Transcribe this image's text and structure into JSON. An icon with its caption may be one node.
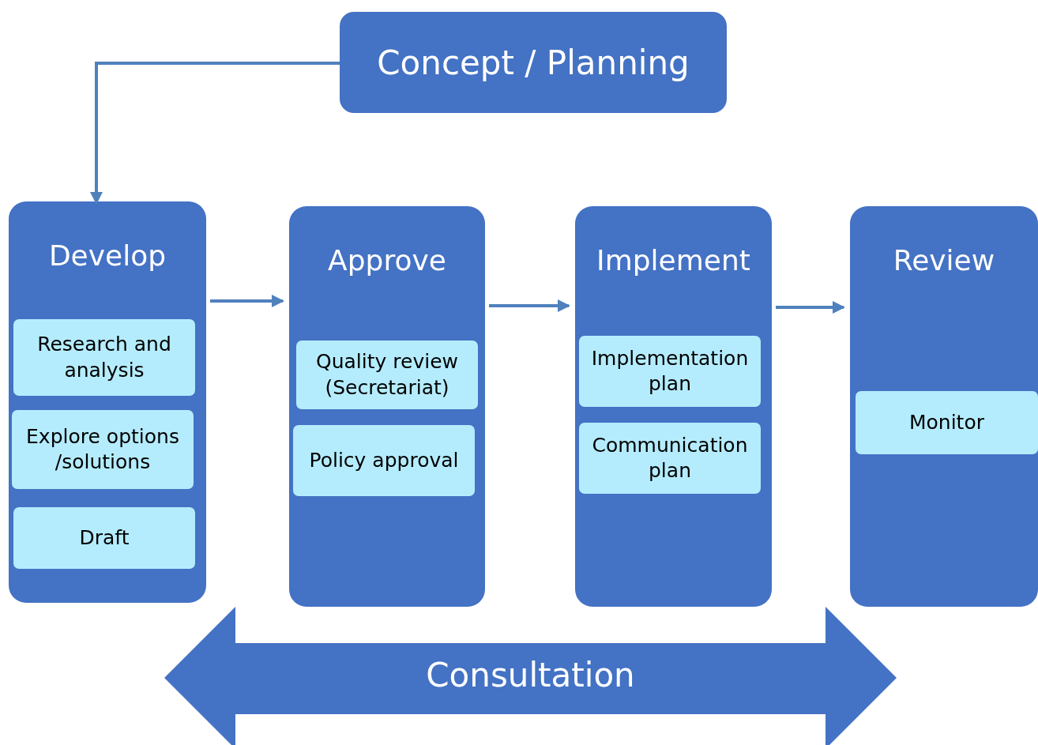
{
  "diagram": {
    "nodes": [
      {
        "text": [
          "Concept / Planning"
        ]
      },
      {
        "text": [
          "Develop"
        ]
      },
      {
        "text": [
          "Research and analysis"
        ],
        "in": 1
      },
      {
        "text": [
          "Explore options /solutions"
        ],
        "in": 1
      },
      {
        "text": [
          "Draft"
        ],
        "in": 1
      },
      {
        "text": [
          "Approve"
        ]
      },
      {
        "text": [
          "Quality review (Secretariat)"
        ],
        "in": 5
      },
      {
        "text": [
          "Policy approval"
        ],
        "in": 5
      },
      {
        "text": [
          "Implement"
        ]
      },
      {
        "text": [
          "Implementation plan"
        ],
        "in": 8
      },
      {
        "text": [
          "Communication plan"
        ],
        "in": 8
      },
      {
        "text": [
          "Review"
        ]
      },
      {
        "text": [
          "Monitor"
        ],
        "in": 11
      },
      {
        "text": [
          "Consultation"
        ]
      }
    ],
    "edges": [
      {
        "from": 0,
        "to": 1,
        "arrow": "to"
      },
      {
        "from": 1,
        "to": 5,
        "arrow": "to"
      },
      {
        "from": 5,
        "to": 8,
        "arrow": "to"
      },
      {
        "from": 8,
        "to": 11,
        "arrow": "to"
      }
    ]
  }
}
